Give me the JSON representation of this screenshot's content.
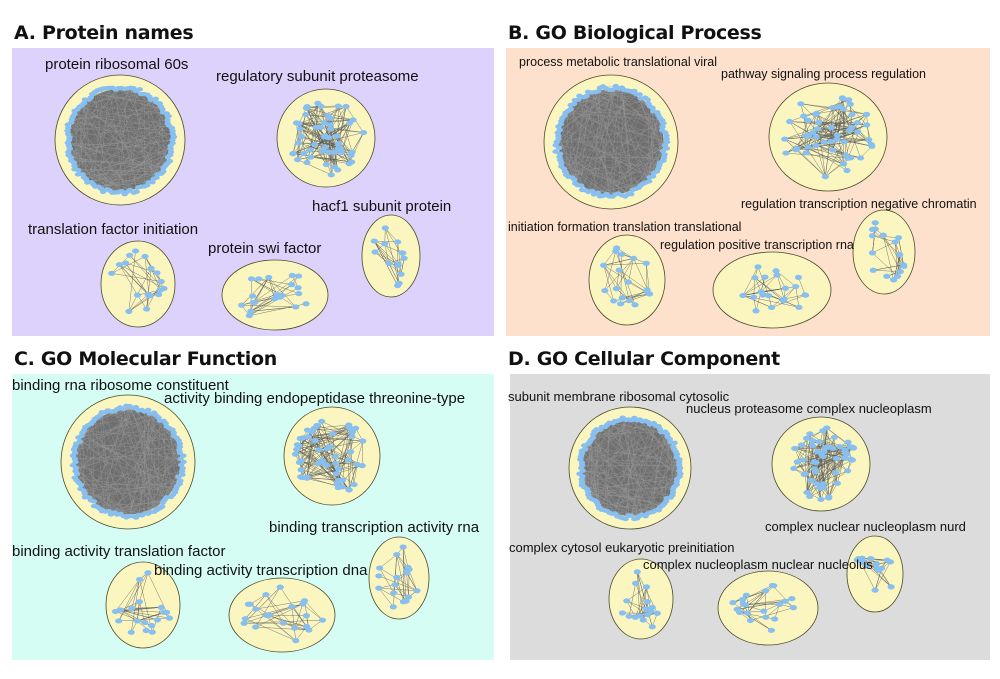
{
  "colors": {
    "panel_a": "#ddd2fb",
    "panel_b": "#fde1cc",
    "panel_c": "#d5fdf3",
    "panel_d": "#dcdcdc",
    "cluster_fill": "#fbf6c0",
    "cluster_stroke": "#4a4a2a",
    "node": "#86bff0",
    "edge": "#5a5a5a"
  },
  "panels": {
    "a": {
      "title": "A. Protein names",
      "clusters": [
        {
          "label": "protein ribosomal 60s"
        },
        {
          "label": "regulatory subunit proteasome"
        },
        {
          "label": "hacf1 subunit protein"
        },
        {
          "label": "translation factor initiation"
        },
        {
          "label": "protein swi factor"
        }
      ]
    },
    "b": {
      "title": "B. GO Biological Process",
      "clusters": [
        {
          "label": "process metabolic translational viral"
        },
        {
          "label": "pathway signaling process regulation"
        },
        {
          "label": "regulation transcription negative chromatin"
        },
        {
          "label": "initiation formation translation translational"
        },
        {
          "label": "regulation positive transcription rna"
        }
      ]
    },
    "c": {
      "title": "C. GO Molecular Function",
      "clusters": [
        {
          "label": "binding rna ribosome constituent"
        },
        {
          "label": "activity binding endopeptidase threonine-type"
        },
        {
          "label": "binding transcription activity rna"
        },
        {
          "label": "binding activity translation factor"
        },
        {
          "label": "binding activity transcription dna"
        }
      ]
    },
    "d": {
      "title": "D. GO Cellular Component",
      "clusters": [
        {
          "label": "subunit membrane ribosomal cytosolic"
        },
        {
          "label": "nucleus proteasome complex nucleoplasm"
        },
        {
          "label": "complex nuclear nucleoplasm nurd"
        },
        {
          "label": "complex cytosol eukaryotic preinitiation"
        },
        {
          "label": "complex nucleoplasm nuclear nucleolus"
        }
      ]
    }
  }
}
